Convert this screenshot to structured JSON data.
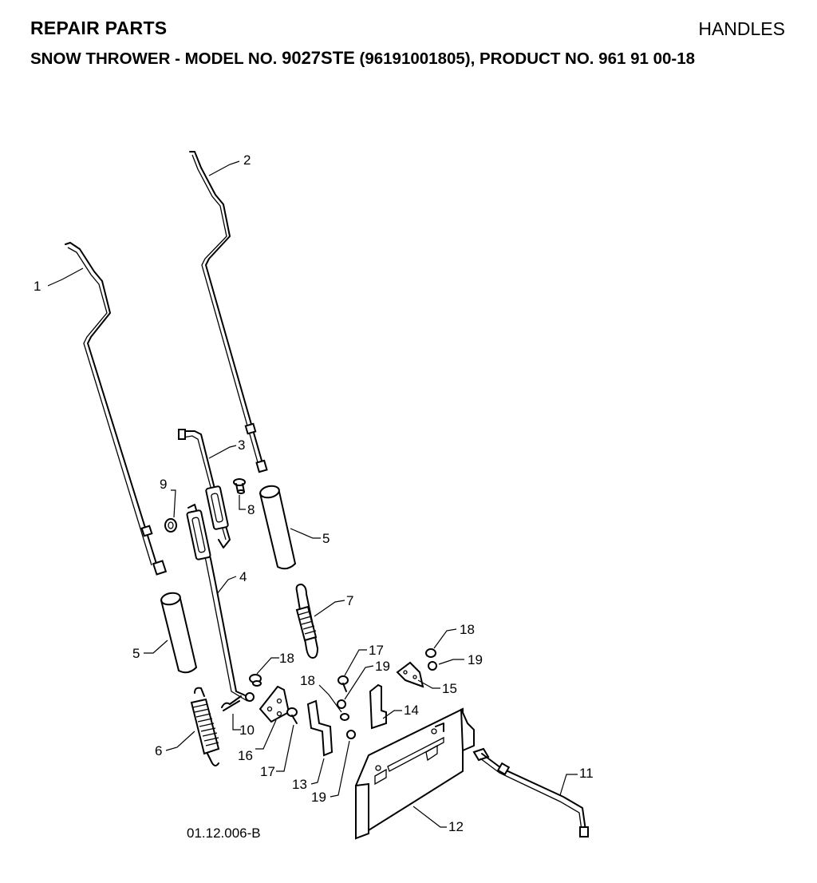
{
  "header": {
    "title": "REPAIR PARTS",
    "section": "HANDLES"
  },
  "subtitle": {
    "prefix": "SNOW THROWER - MODEL NO.",
    "model": "9027STE",
    "suffix": "(96191001805), PRODUCT NO. 961 91 00-18"
  },
  "diagram": {
    "drawing_number": "01.12.006-B",
    "callouts": {
      "c1": "1",
      "c2": "2",
      "c3": "3",
      "c4": "4",
      "c5a": "5",
      "c5b": "5",
      "c6": "6",
      "c7": "7",
      "c8": "8",
      "c9": "9",
      "c10": "10",
      "c11": "11",
      "c12": "12",
      "c13": "13",
      "c14": "14",
      "c15": "15",
      "c16": "16",
      "c17a": "17",
      "c17b": "17",
      "c18a": "18",
      "c18b": "18",
      "c18c": "18",
      "c19a": "19",
      "c19b": "19",
      "c19c": "19"
    }
  }
}
